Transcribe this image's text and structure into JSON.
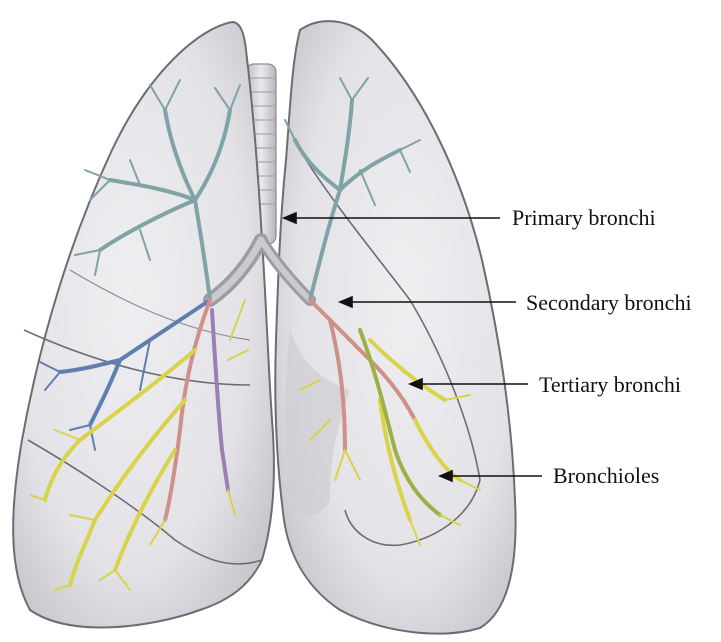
{
  "labels": {
    "primary": "Primary bronchi",
    "secondary": "Secondary bronchi",
    "tertiary": "Tertiary bronchi",
    "bronchioles": "Bronchioles"
  },
  "colors": {
    "lung_tissue": "#e7e6e9",
    "lung_outline": "#6e6c72",
    "trachea": "#d6d4d8",
    "bronchus_grey": "#8c8e94",
    "branch_teal": "#7fa3a6",
    "branch_yellow": "#d9d34a",
    "branch_green": "#9cb04a",
    "branch_pink": "#cf8f8a",
    "branch_purple": "#9a7fb0",
    "branch_blue": "#5f7fb0",
    "pointer_line": "#111111"
  }
}
